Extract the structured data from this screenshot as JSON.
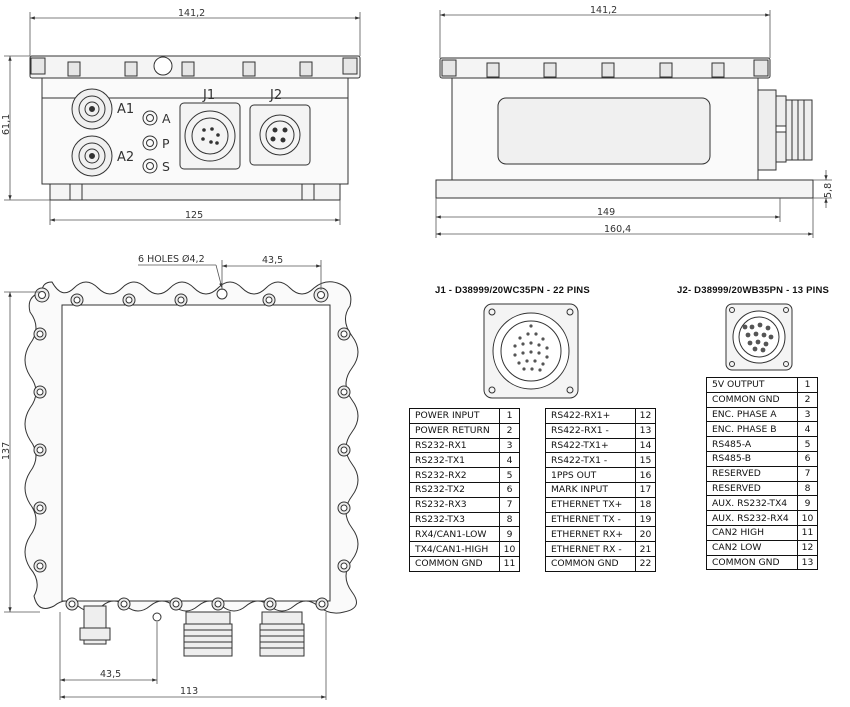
{
  "dimensions": {
    "front_width": "141,2",
    "front_height": "61,1",
    "front_base": "125",
    "side_width": "141,2",
    "side_149": "149",
    "side_160": "160,4",
    "side_flange": "5,8",
    "holes": "6 HOLES Ø4,2",
    "top_43_5": "43,5",
    "bottom_43_5": "43,5",
    "bottom_113": "113",
    "left_137": "137"
  },
  "front_labels": {
    "a1": "A1",
    "a2": "A2",
    "a": "A",
    "p": "P",
    "s": "S",
    "j1": "J1",
    "j2": "J2"
  },
  "j1": {
    "title": "J1 - D38999/20WC35PN - 22 PINS",
    "left": [
      {
        "label": "POWER INPUT",
        "pin": "1"
      },
      {
        "label": "POWER RETURN",
        "pin": "2"
      },
      {
        "label": "RS232-RX1",
        "pin": "3"
      },
      {
        "label": "RS232-TX1",
        "pin": "4"
      },
      {
        "label": "RS232-RX2",
        "pin": "5"
      },
      {
        "label": "RS232-TX2",
        "pin": "6"
      },
      {
        "label": "RS232-RX3",
        "pin": "7"
      },
      {
        "label": "RS232-TX3",
        "pin": "8"
      },
      {
        "label": "RX4/CAN1-LOW",
        "pin": "9"
      },
      {
        "label": "TX4/CAN1-HIGH",
        "pin": "10"
      },
      {
        "label": "COMMON GND",
        "pin": "11"
      }
    ],
    "right": [
      {
        "label": "RS422-RX1+",
        "pin": "12"
      },
      {
        "label": "RS422-RX1 -",
        "pin": "13"
      },
      {
        "label": "RS422-TX1+",
        "pin": "14"
      },
      {
        "label": "RS422-TX1 -",
        "pin": "15"
      },
      {
        "label": "1PPS OUT",
        "pin": "16"
      },
      {
        "label": "MARK INPUT",
        "pin": "17"
      },
      {
        "label": "ETHERNET TX+",
        "pin": "18"
      },
      {
        "label": "ETHERNET TX -",
        "pin": "19"
      },
      {
        "label": "ETHERNET RX+",
        "pin": "20"
      },
      {
        "label": "ETHERNET RX -",
        "pin": "21"
      },
      {
        "label": "COMMON GND",
        "pin": "22"
      }
    ]
  },
  "j2": {
    "title": "J2- D38999/20WB35PN - 13 PINS",
    "pins": [
      {
        "label": "5V OUTPUT",
        "pin": "1"
      },
      {
        "label": "COMMON GND",
        "pin": "2"
      },
      {
        "label": "ENC. PHASE A",
        "pin": "3"
      },
      {
        "label": "ENC. PHASE B",
        "pin": "4"
      },
      {
        "label": "RS485-A",
        "pin": "5"
      },
      {
        "label": "RS485-B",
        "pin": "6"
      },
      {
        "label": "RESERVED",
        "pin": "7"
      },
      {
        "label": "RESERVED",
        "pin": "8"
      },
      {
        "label": "AUX. RS232-TX4",
        "pin": "9"
      },
      {
        "label": "AUX. RS232-RX4",
        "pin": "10"
      },
      {
        "label": "CAN2 HIGH",
        "pin": "11"
      },
      {
        "label": "CAN2 LOW",
        "pin": "12"
      },
      {
        "label": "COMMON GND",
        "pin": "13"
      }
    ]
  }
}
